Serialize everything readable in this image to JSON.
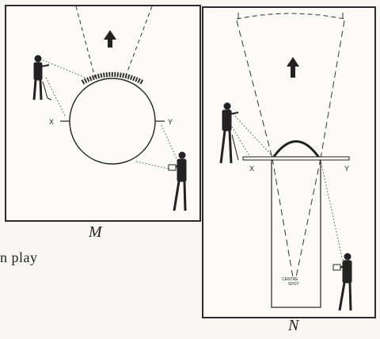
{
  "figures": {
    "m": {
      "caption": "M",
      "point_x": "X",
      "point_y": "Y"
    },
    "n": {
      "caption": "N",
      "point_x": "X",
      "point_y": "Y",
      "spot_line1": "CENTRE",
      "spot_line2": "SPOT"
    }
  },
  "side_text": "n play",
  "colors": {
    "ink": "#222222",
    "paper": "#fbfaf7"
  },
  "icons": [
    "up-arrow-icon",
    "person-pointing-icon",
    "person-holding-clipboard-icon"
  ]
}
